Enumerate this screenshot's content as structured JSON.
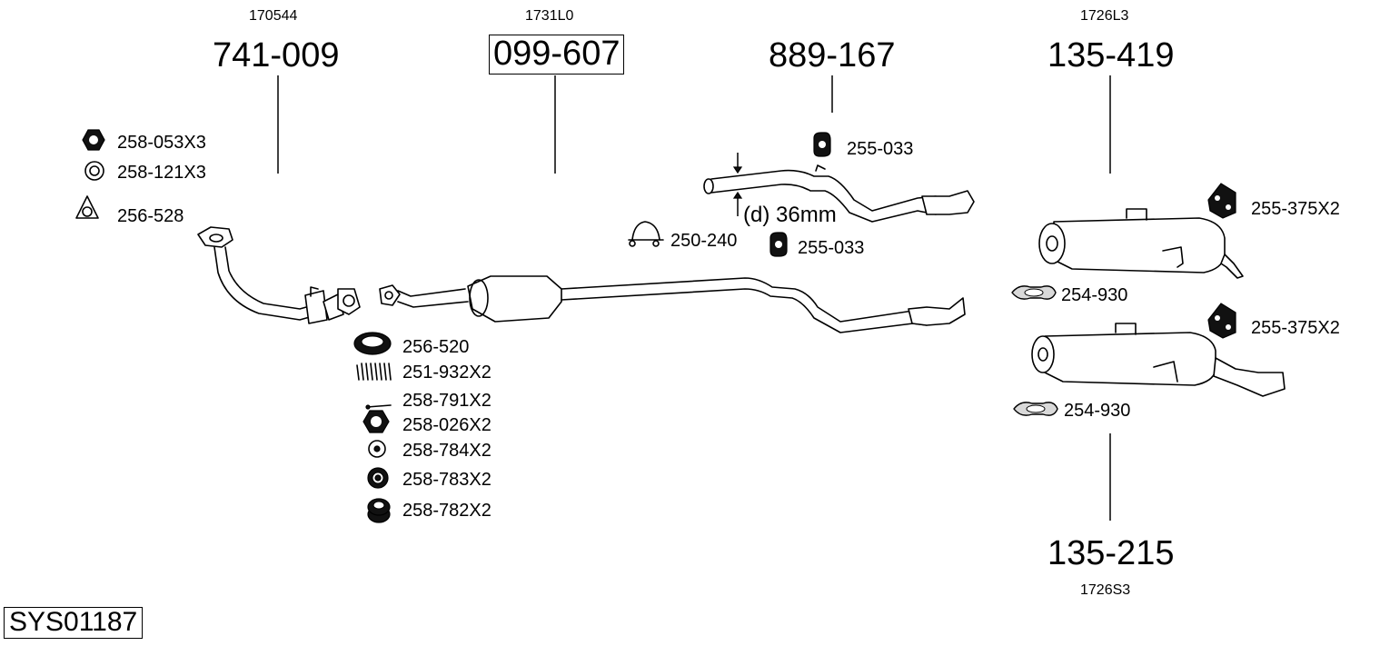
{
  "system_id": "SYS01187",
  "assemblies": [
    {
      "ref": "170544",
      "part": "741-009"
    },
    {
      "ref": "1731L0",
      "part": "099-607"
    },
    {
      "ref": "",
      "part": "889-167"
    },
    {
      "ref": "1726L3",
      "part": "135-419"
    },
    {
      "ref": "1726S3",
      "part": "135-215"
    }
  ],
  "annotation": "(d) 36mm",
  "fittings": {
    "f1": "258-053X3",
    "f2": "258-121X3",
    "f3": "256-528",
    "f4": "256-520",
    "f5": "251-932X2",
    "f6": "258-791X2",
    "f7": "258-026X2",
    "f8": "258-784X2",
    "f9": "258-783X2",
    "f10": "258-782X2",
    "f11": "250-240",
    "f12": "255-033",
    "f13": "255-033",
    "f14": "255-375X2",
    "f15": "254-930",
    "f16": "255-375X2",
    "f17": "254-930"
  }
}
